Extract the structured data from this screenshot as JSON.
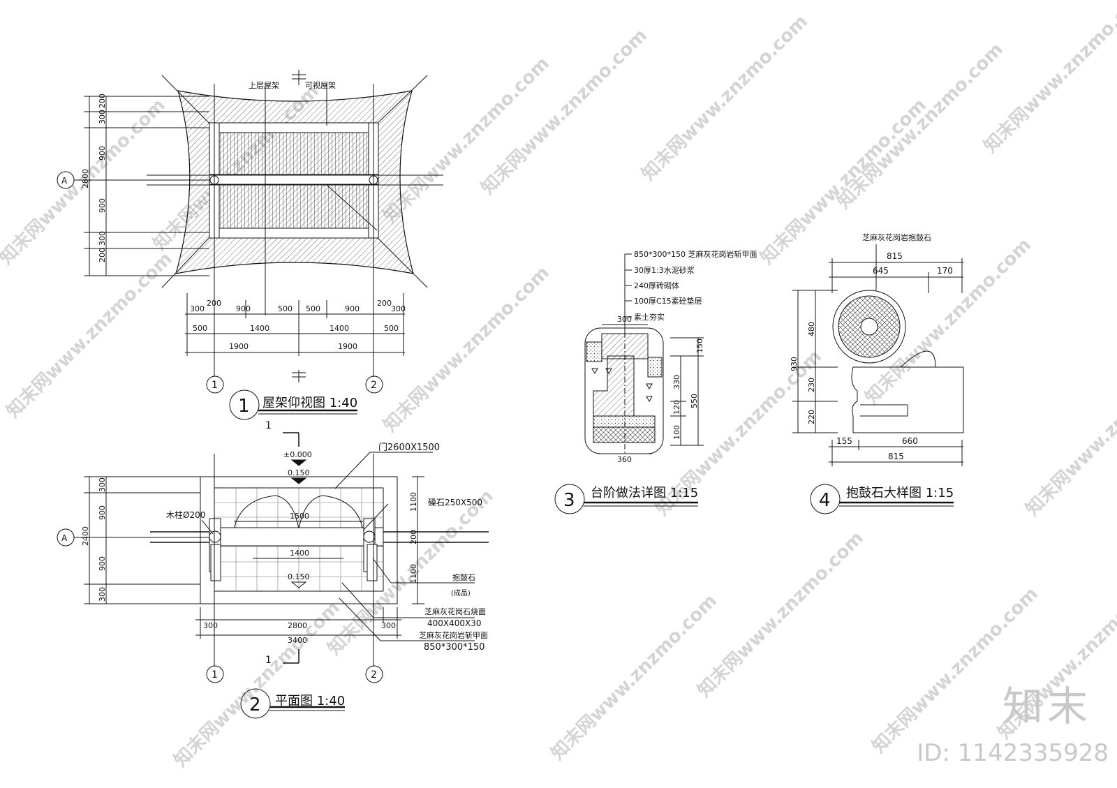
{
  "watermark": {
    "text": "知末网www.znzmo.com"
  },
  "brand": {
    "logo": "知末",
    "id": "ID: 1142335928"
  },
  "view1": {
    "title": "屋架仰视图 1:40",
    "num": "1",
    "label_roof_upper": "上层屋架",
    "label_roof_visible": "可视屋架",
    "axis_a": "A",
    "axis_1": "1",
    "axis_2": "2",
    "dims_left": [
      "200",
      "300",
      "900",
      "900",
      "300",
      "200"
    ],
    "dim_left_total": "2800",
    "dims_row1": [
      "300",
      "200",
      "900",
      "500",
      "500",
      "900",
      "200",
      "300"
    ],
    "dims_row2": [
      "500",
      "1400",
      "1400",
      "500"
    ],
    "dims_row3": [
      "1900",
      "1900"
    ]
  },
  "view2": {
    "title": "平面图 1:40",
    "num": "2",
    "section_mark": "1",
    "elev_top": "±0.000",
    "elev_mid": "0.150",
    "elev_bot": "0.150",
    "door": "门2600X1500",
    "post": "木柱Ø200",
    "stone": "磉石250X500",
    "drum": "抱鼓石",
    "drum_note": "(成品)",
    "paving1": "芝麻灰花岗石烧面",
    "paving1_size": "400X400X30",
    "paving2": "芝麻灰花岗岩斩甲面",
    "paving2_size": "850*300*150",
    "axis_a": "A",
    "axis_1": "1",
    "axis_2": "2",
    "dims_left": [
      "300",
      "900",
      "900",
      "300"
    ],
    "dim_left_total": "2400",
    "dims_right": [
      "1100",
      "200",
      "1100"
    ],
    "dim_inner1": "1500",
    "dim_inner2": "1400",
    "dims_bottom": [
      "300",
      "2800",
      "300"
    ],
    "dim_bottom_total": "3400"
  },
  "view3": {
    "title": "台阶做法详图 1:15",
    "num": "3",
    "notes": [
      "850*300*150 芝麻灰花岗岩斩甲面",
      "30厚1:3水泥砂浆",
      "240厚砖砌体",
      "100厚C15素砼垫层",
      "素土夯实"
    ],
    "dim_top": "300",
    "dim_bottom": "360",
    "dims_right_a": [
      "150",
      "330",
      "120",
      "100"
    ],
    "dim_right_b": "550"
  },
  "view4": {
    "title": "抱鼓石大样图 1:15",
    "num": "4",
    "label": "芝麻灰花岗岩抱鼓石",
    "dim_top_total": "815",
    "dims_top": [
      "645",
      "170"
    ],
    "dims_left": [
      "480",
      "230",
      "220"
    ],
    "dim_left_total": "930",
    "dims_bottom": [
      "155",
      "660"
    ],
    "dim_bottom_total": "815"
  }
}
